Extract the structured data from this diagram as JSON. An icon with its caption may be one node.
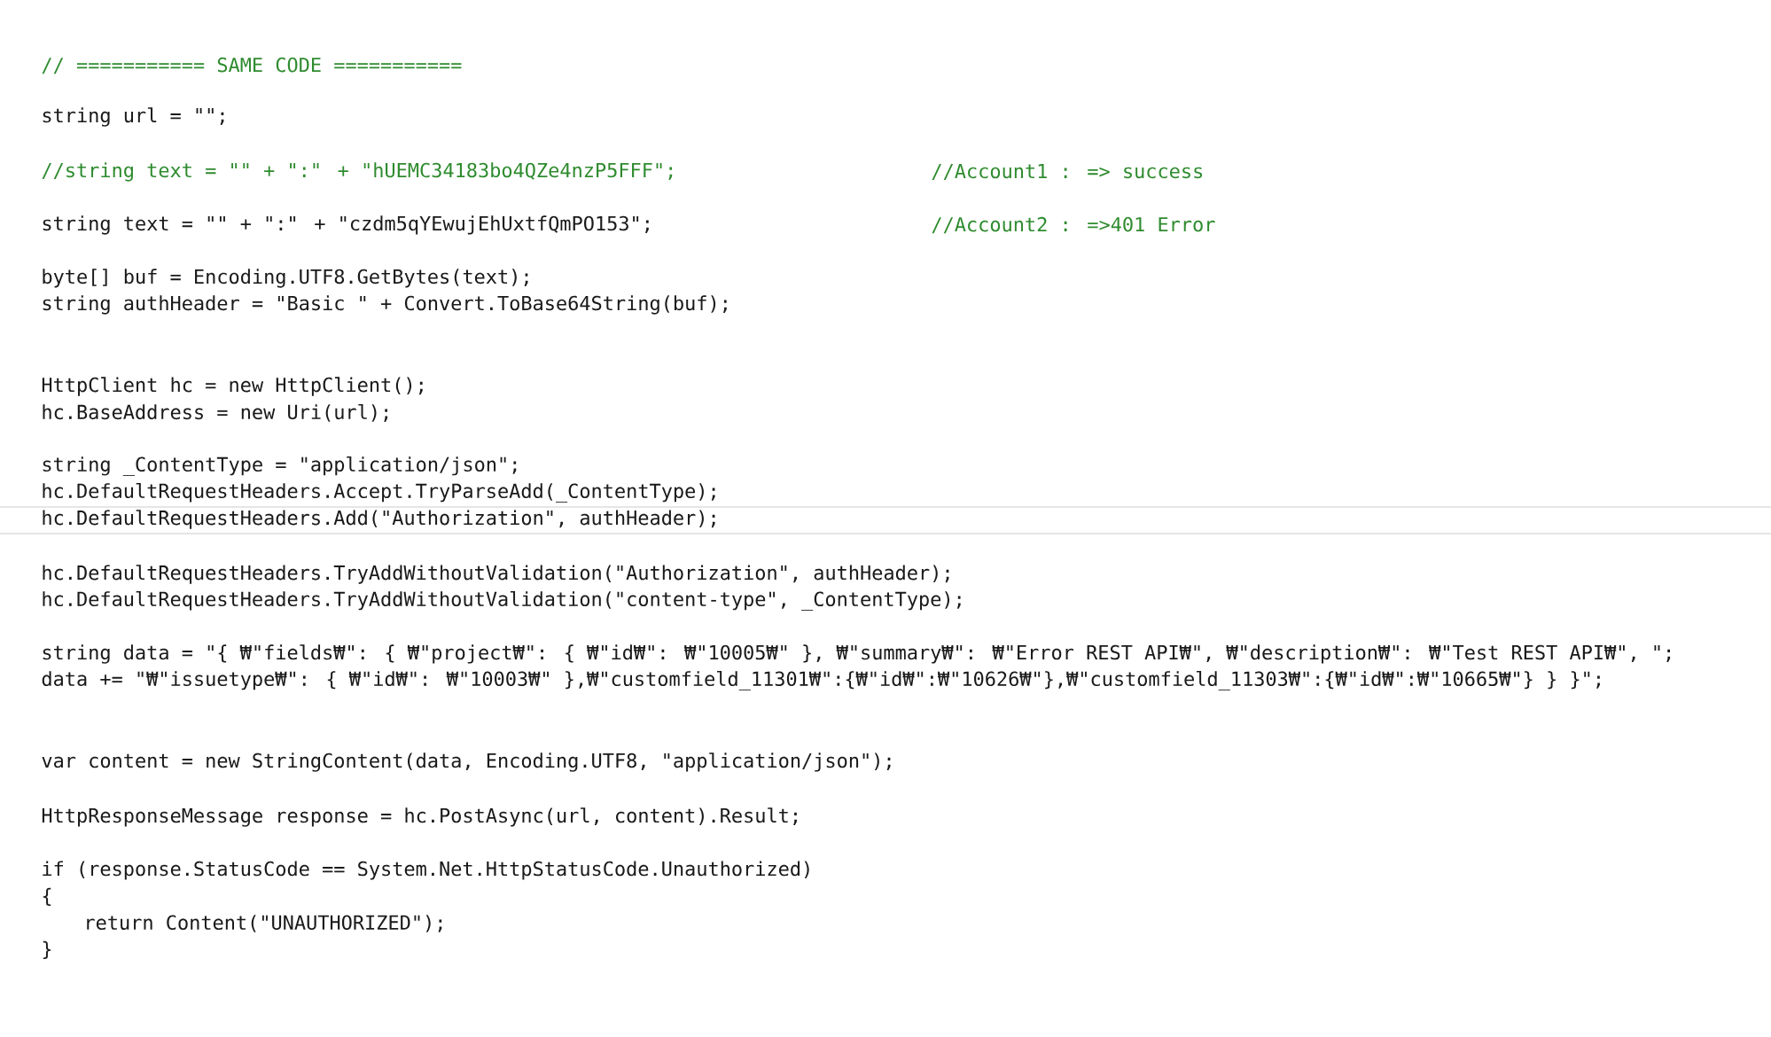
{
  "diagram": {
    "labels": [
      "// =========== SAME CODE ===========",
      "string url = \"\";",
      "//string text = \"\" + \":\" + \"hUEMC34183bo4QZe4nzP5FFF\";",
      "//Account1 : => success",
      "string text = \"\" + \":\" + \"czdm5qYEwujEhUxtfQmPO153\";",
      "//Account2 : =>401 Error",
      "byte[] buf = Encoding.UTF8.GetBytes(text);",
      "string authHeader = \"Basic \" + Convert.ToBase64String(buf);",
      "HttpClient hc = new HttpClient();",
      "hc.BaseAddress = new Uri(url);",
      "string _ContentType = \"application/json\";",
      "hc.DefaultRequestHeaders.Accept.TryParseAdd(_ContentType);",
      "hc.DefaultRequestHeaders.Add(\"Authorization\", authHeader);",
      "hc.DefaultRequestHeaders.TryAddWithoutValidation(\"Authorization\", authHeader);",
      "hc.DefaultRequestHeaders.TryAddWithoutValidation(\"content-type\", _ContentType);",
      "string data = \"{ ₩\"fields₩\": { ₩\"project₩\": { ₩\"id₩\": ₩\"10005₩\" }, ₩\"summary₩\": ₩\"Error REST API₩\", ₩\"description₩\": ₩\"Test REST API₩\", \";",
      "data += \"₩\"issuetype₩\": { ₩\"id₩\": ₩\"10003₩\" },₩\"customfield_11301₩\":{₩\"id₩\":₩\"10626₩\"},₩\"customfield_11303₩\":{₩\"id₩\":₩\"10665₩\"} } }\";",
      "var content = new StringContent(data, Encoding.UTF8, \"application/json\");",
      "HttpResponseMessage response = hc.PostAsync(url, content).Result;",
      "if (response.StatusCode == System.Net.HttpStatusCode.Unauthorized)",
      "{",
      "return Content(\"UNAUTHORIZED\");",
      "}"
    ]
  }
}
